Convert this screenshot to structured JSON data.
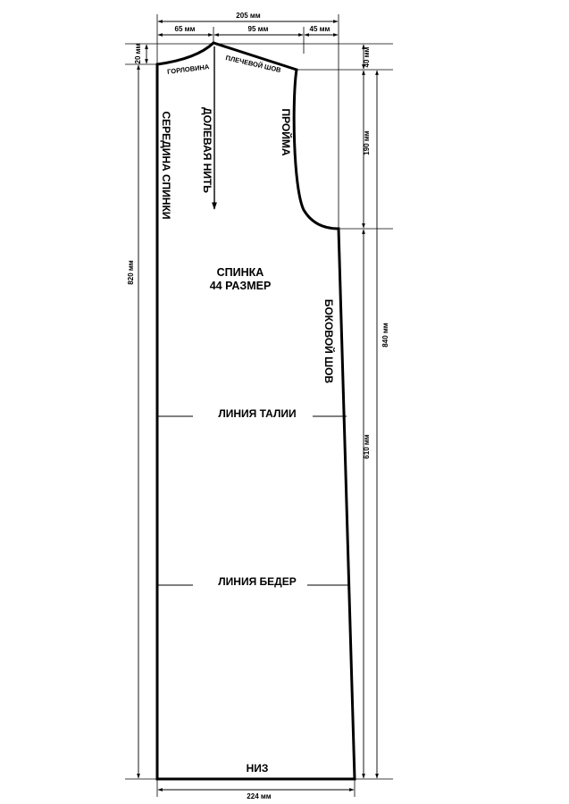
{
  "pattern": {
    "title_line1": "СПИНКА",
    "title_line2": "44 РАЗМЕР",
    "labels": {
      "neckline": "ГОРЛОВИНА",
      "shoulder_seam": "ПЛЕЧЕВОЙ ШОВ",
      "armhole": "ПРОЙМА",
      "center_back": "СЕРЕДИНА СПИНКИ",
      "grain_line": "ДОЛЕВАЯ НИТЬ",
      "side_seam": "БОКОВОЙ ШОВ",
      "waist_line": "ЛИНИЯ ТАЛИИ",
      "hip_line": "ЛИНИЯ БЕДЕР",
      "hem": "НИЗ"
    },
    "dimensions": {
      "top_width": "205 мм",
      "neck_width": "65 мм",
      "shoulder_width": "95 мм",
      "armhole_offset": "45 мм",
      "neck_drop": "20 мм",
      "shoulder_drop": "40 мм",
      "armhole_depth": "190 мм",
      "center_length": "820 мм",
      "side_length": "610 мм",
      "total_length": "840 мм",
      "bottom_width": "224 мм"
    }
  }
}
